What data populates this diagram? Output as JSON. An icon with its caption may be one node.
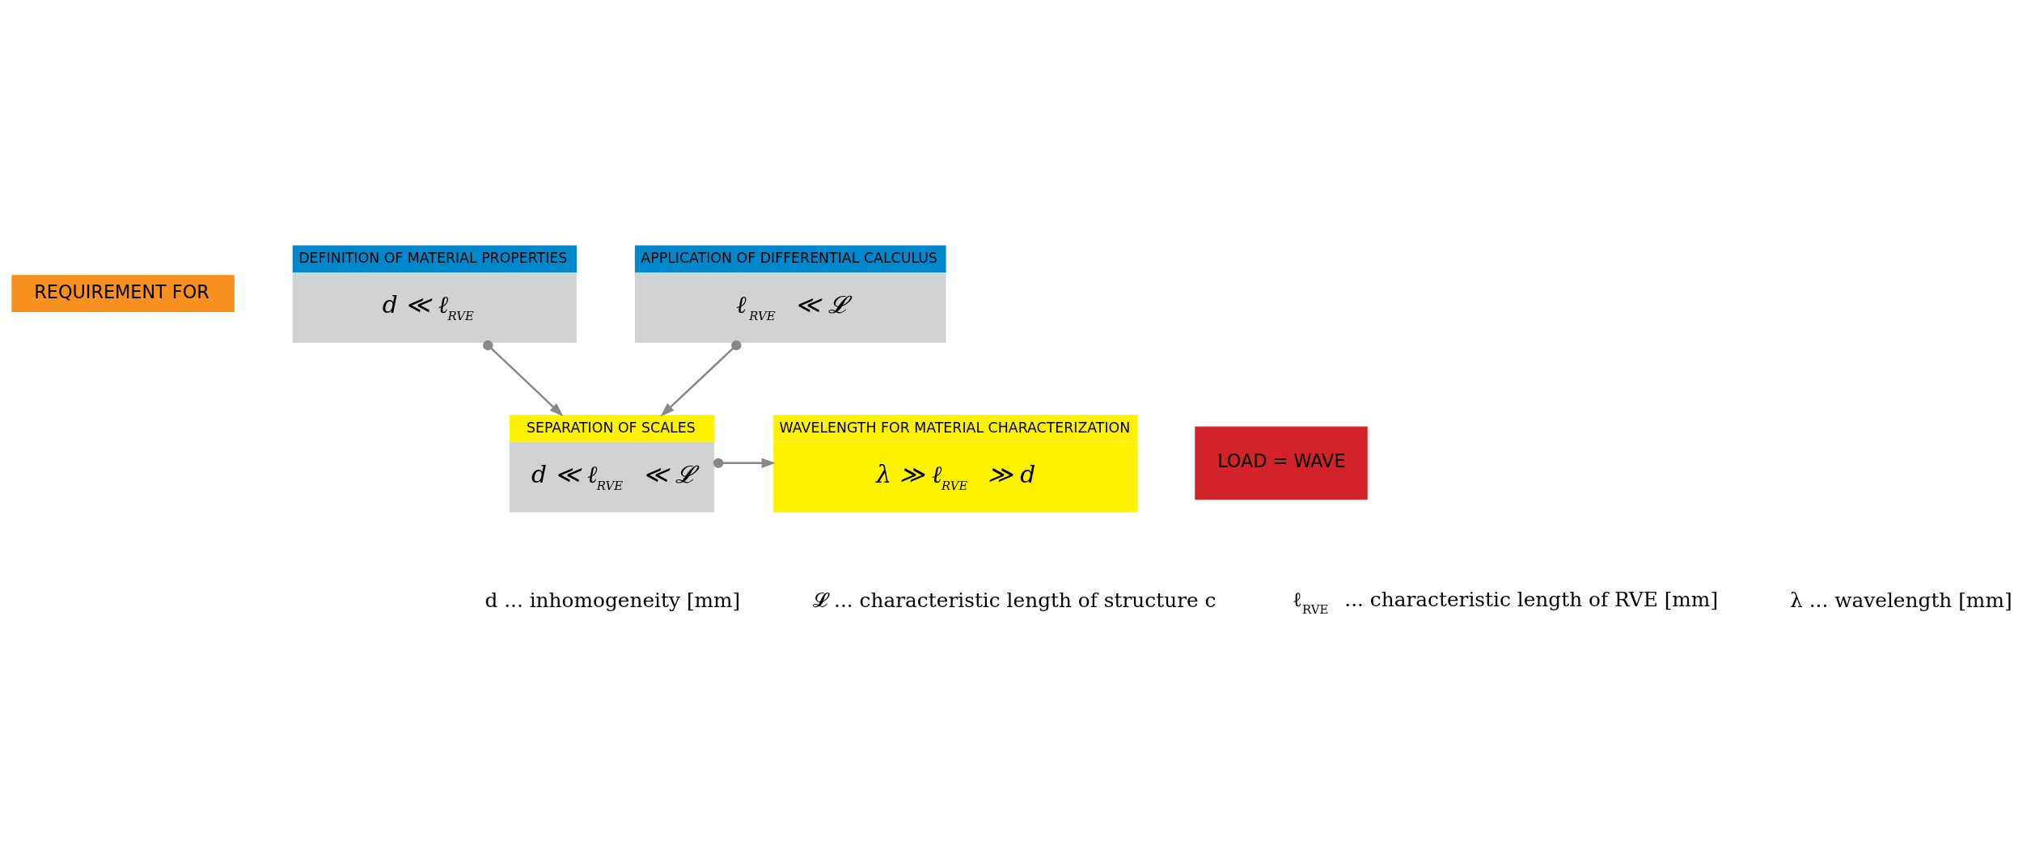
{
  "diagram": {
    "nodes": [
      {
        "text": [
          "REQUIREMENT FOR"
        ]
      },
      {
        "text": [
          "DEFINITION OF MATERIAL PROPERTIES",
          "d ≪ ℓ$_{RVE}$"
        ]
      },
      {
        "text": [
          "APPLICATION OF DIFFERENTIAL CALCULUS",
          "ℓ$_{RVE}$ ≪ 𝓛"
        ]
      },
      {
        "text": [
          "SEPARATION OF SCALES",
          "d ≪ ℓ$_{RVE}$ ≪ 𝓛"
        ]
      },
      {
        "text": [
          "LOAD = WAVE"
        ]
      },
      {
        "text": [
          "WAVELENGTH FOR MATERIAL CHARACTERIZATION",
          "λ ≫ ℓ$_{RVE}$ ≫ d"
        ]
      }
    ],
    "edges": [
      {
        "from": 1,
        "to": 3,
        "arrow": "to"
      },
      {
        "from": 2,
        "to": 3,
        "arrow": "to"
      },
      {
        "from": 3,
        "to": 5,
        "arrow": "to"
      }
    ],
    "labels": [
      "d ... inhomogeneity [mm]",
      "𝓛 ... characteristic length of structure c",
      "ℓ$_{RVE}$ ... characteristic length of RVE [mm]",
      "λ ... wavelength [mm]"
    ]
  }
}
